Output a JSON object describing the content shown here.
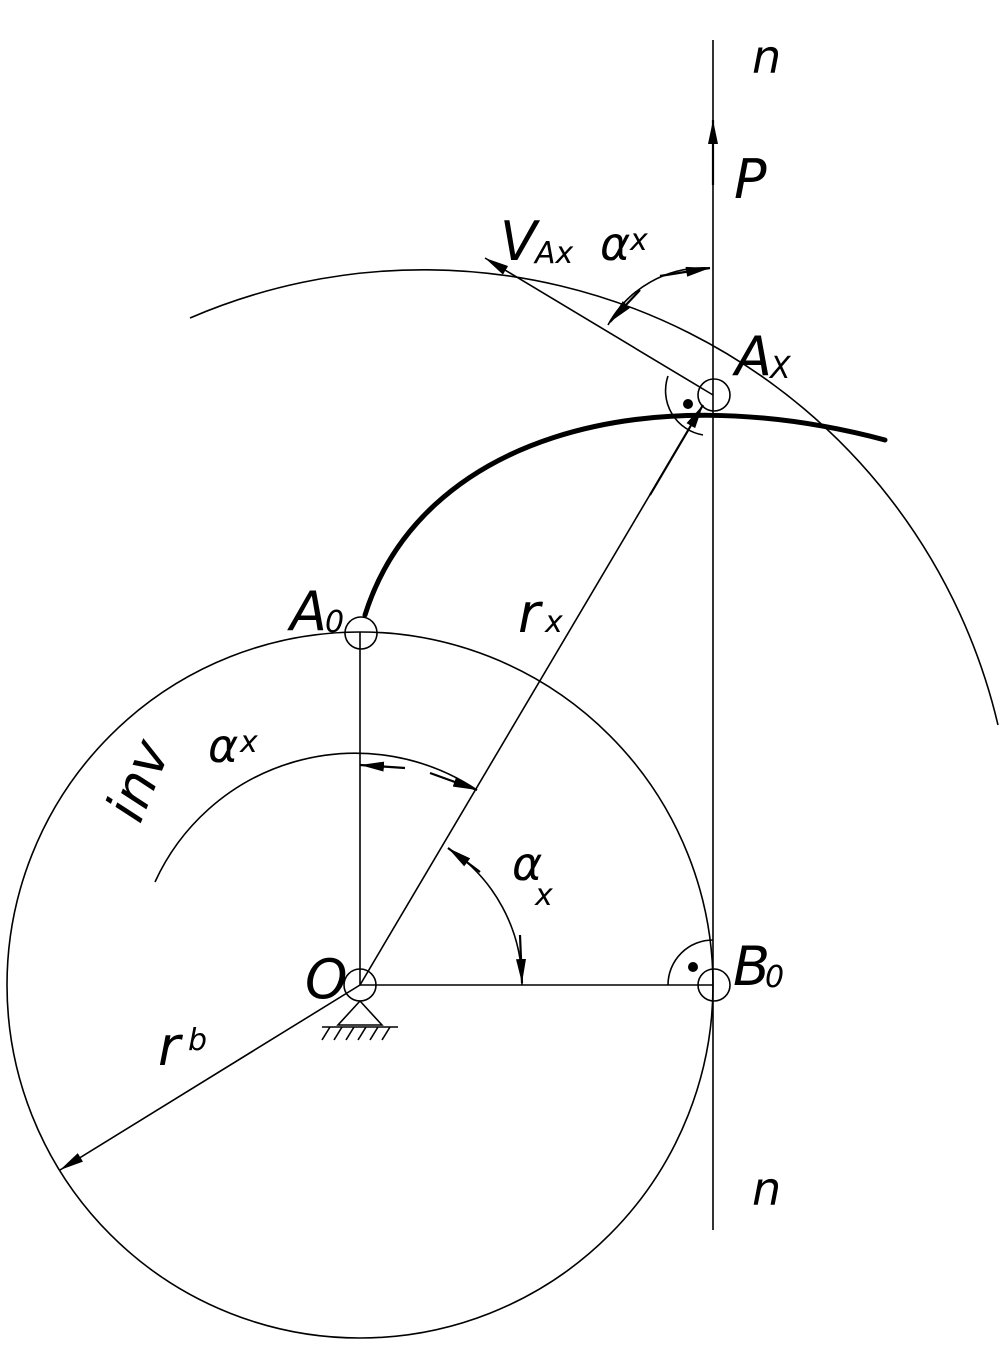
{
  "labels": {
    "n_top": "n",
    "n_bottom": "n",
    "P": "P",
    "V": "V",
    "V_sub": "Ax",
    "alpha_top": "α",
    "alpha_top_sub": "x",
    "A_x": "A",
    "A_x_sub": "X",
    "A_0": "A",
    "A_0_sub": "0",
    "r_x": "r",
    "r_x_sub": "x",
    "inv": "inv",
    "inv_alpha": "α",
    "inv_alpha_sub": "x",
    "alpha_center": "α",
    "alpha_center_sub": "x",
    "O": "O",
    "B_0": "B",
    "B_0_sub": "0",
    "r_b": "r",
    "r_b_sub": "b"
  }
}
